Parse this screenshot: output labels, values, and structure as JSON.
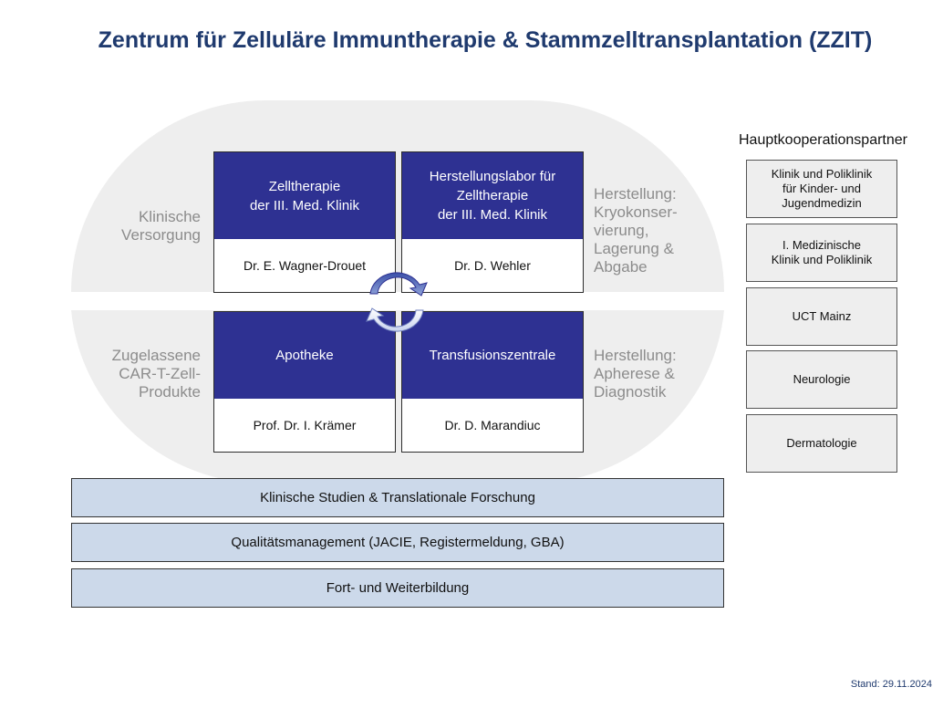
{
  "title": "Zentrum für Zelluläre Immuntherapie & Stammzelltransplantation (ZZIT)",
  "side_labels": {
    "top_left": "Klinische\nVersorgung",
    "bottom_left": "Zugelassene\nCAR-T-Zell-\nProdukte",
    "top_right": "Herstellung:\nKryokonser-\nvierung,\nLagerung &\nAbgabe",
    "bottom_right": "Herstellung:\nApherese &\nDiagnostik"
  },
  "units": [
    {
      "name": "Zelltherapie\nder III. Med. Klinik",
      "head": "Dr. E. Wagner-Drouet"
    },
    {
      "name": "Herstellungslabor für\nZelltherapie\nder III. Med. Klinik",
      "head": "Dr. D. Wehler"
    },
    {
      "name": "Apotheke",
      "head": "Prof. Dr. I. Krämer"
    },
    {
      "name": "Transfusionszentrale",
      "head": "Dr. D. Marandiuc"
    }
  ],
  "bands": [
    "Klinische Studien & Translationale Forschung",
    "Qualitätsmanagement (JACIE, Registermeldung, GBA)",
    "Fort- und Weiterbildung"
  ],
  "partners_title": "Hauptkooperationspartner",
  "partners": [
    "Klinik und Poliklinik\nfür Kinder- und\nJugendmedizin",
    "I. Medizinische\nKlinik und Poliklinik",
    "UCT Mainz",
    "Neurologie",
    "Dermatologie"
  ],
  "stand": "Stand: 29.11.2024",
  "colors": {
    "title": "#1f3a6e",
    "unit_header": "#2e3192",
    "band_fill": "#ccd9ea",
    "partner_fill": "#eeeeee",
    "circle_fill": "#eeeeee",
    "side_label": "#8c8c8c"
  },
  "icons": [
    "cycle-arrows-icon"
  ]
}
